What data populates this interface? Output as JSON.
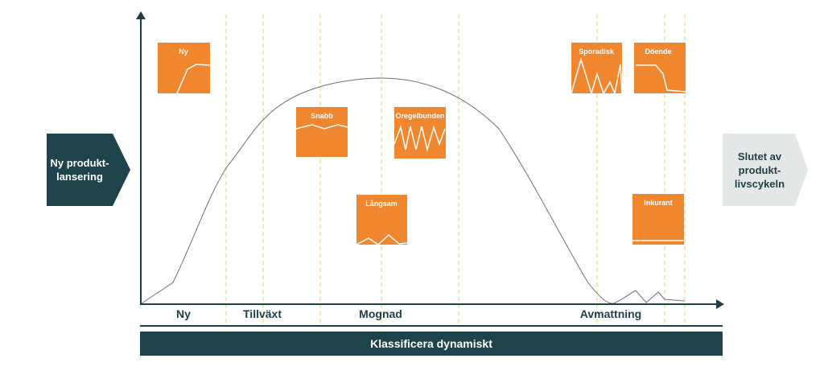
{
  "start": {
    "label_line1": "Ny produkt-",
    "label_line2": "lansering"
  },
  "end": {
    "label_line1": "Slutet av",
    "label_line2": "produkt-",
    "label_line3": "livscykeln"
  },
  "phases": [
    {
      "label": "Ny"
    },
    {
      "label": "Tillväxt"
    },
    {
      "label": "Mognad"
    },
    {
      "label": "Avmattning"
    }
  ],
  "bottom_bar": {
    "label": "Klassificera dynamiskt"
  },
  "patterns": [
    {
      "label": "Ny"
    },
    {
      "label": "Snabb"
    },
    {
      "label": "Oregelbunden"
    },
    {
      "label": "Långsam"
    },
    {
      "label": "Sporadisk"
    },
    {
      "label": "Döende"
    },
    {
      "label": "Inkurant"
    }
  ],
  "colors": {
    "dark_teal": "#1e434b",
    "light_grey": "#e3e7e8",
    "orange": "#f0872f",
    "guide_yellow": "#f6d58a",
    "axis": "#1f3f46"
  }
}
